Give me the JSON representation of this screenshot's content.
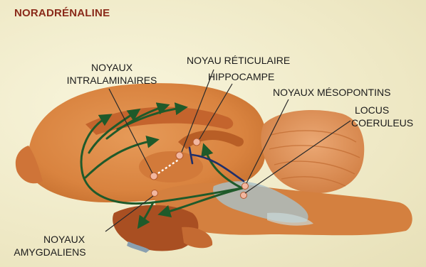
{
  "title": "NORADRÉNALINE",
  "labels": {
    "noyaux_intralaminaires": [
      "NOYAUX",
      "INTRALAMINAIRES"
    ],
    "noyau_reticulaire": "NOYAU RÉTICULAIRE",
    "hippocampe": "HIPPOCAMPE",
    "noyaux_mesopontins": "NOYAUX MÉSOPONTINS",
    "locus_coeruleus": [
      "LOCUS",
      "COERULEUS"
    ],
    "noyaux_amygdaliens": [
      "NOYAUX",
      "AMYGDALIENS"
    ]
  },
  "colors": {
    "background": "#f3efcf",
    "title": "#8a2a1a",
    "brain": "#d9833f",
    "brain_dark": "#b85e26",
    "pathway": "#1f5a2a",
    "inhibitory": "#1f2f6a",
    "nucleus": "#f2b7a0",
    "leader_line": "#2a2a2a"
  }
}
